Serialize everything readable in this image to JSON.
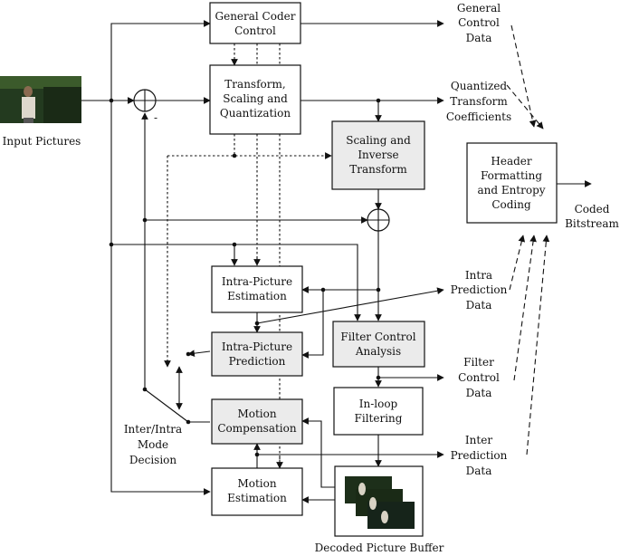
{
  "blocks": {
    "general_coder_control": [
      "General Coder",
      "Control"
    ],
    "transform_scaling_quantization": [
      "Transform,",
      "Scaling and",
      "Quantization"
    ],
    "scaling_inverse_transform": [
      "Scaling and",
      "Inverse",
      "Transform"
    ],
    "header_formatting": [
      "Header",
      "Formatting",
      "and Entropy",
      "Coding"
    ],
    "intra_picture_estimation": [
      "Intra-Picture",
      "Estimation"
    ],
    "intra_picture_prediction": [
      "Intra-Picture",
      "Prediction"
    ],
    "filter_control_analysis": [
      "Filter Control",
      "Analysis"
    ],
    "in_loop_filtering": [
      "In-loop",
      "Filtering"
    ],
    "motion_compensation": [
      "Motion",
      "Compensation"
    ],
    "motion_estimation": [
      "Motion",
      "Estimation"
    ]
  },
  "labels": {
    "input_pictures": "Input Pictures",
    "general_control_data": [
      "General",
      "Control",
      "Data"
    ],
    "quantized_transform_coefficients": [
      "Quantized",
      "Transform",
      "Coefficients"
    ],
    "coded_bitstream": [
      "Coded",
      "Bitstream"
    ],
    "intra_prediction_data": [
      "Intra",
      "Prediction",
      "Data"
    ],
    "filter_control_data": [
      "Filter",
      "Control",
      "Data"
    ],
    "inter_prediction_data": [
      "Inter",
      "Prediction",
      "Data"
    ],
    "inter_intra_mode_decision": [
      "Inter/Intra",
      "Mode",
      "Decision"
    ],
    "decoded_picture_buffer": "Decoded Picture Buffer",
    "minus_sign": "-"
  },
  "colors": {
    "shaded_block": "#ebebeb",
    "plain_block": "#ffffff",
    "line": "#111111"
  }
}
